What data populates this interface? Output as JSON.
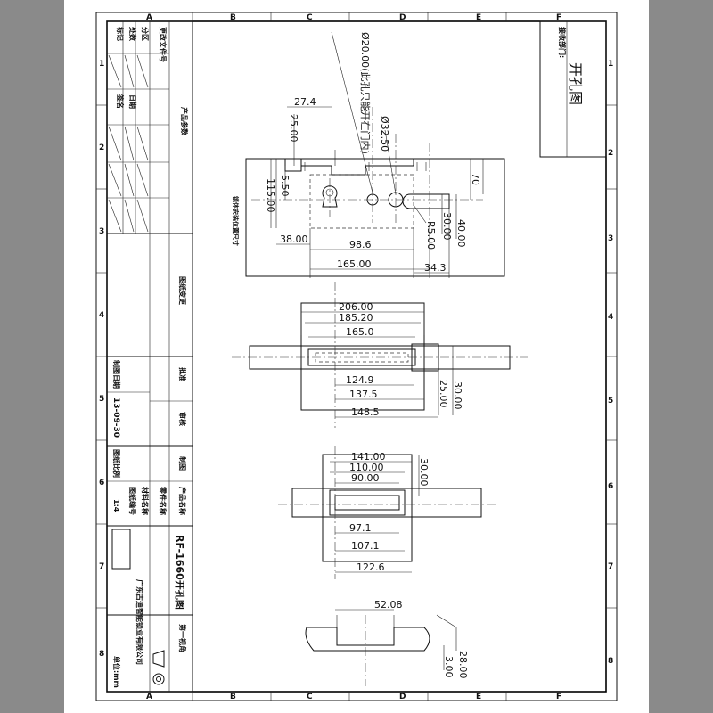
{
  "zone_letters": [
    "A",
    "B",
    "C",
    "D",
    "E",
    "F"
  ],
  "zone_numbers": [
    "1",
    "2",
    "3",
    "4",
    "5",
    "6",
    "7",
    "8"
  ],
  "header": {
    "dept_label": "接收部门:",
    "drawing_name": "开孔图"
  },
  "top_view": {
    "note_hole": "Ø20.00(此孔只能开在门内)",
    "d1": "27.4",
    "d2": "25.00",
    "d3": "Ø32.50",
    "d4": "5.50",
    "d5": "115.00",
    "d6": "70",
    "d7": "40.00",
    "d8": "30.00",
    "d9": "R5.00",
    "d10": "38.00",
    "d11": "98.6",
    "d12": "165.00",
    "d13": "34.3",
    "side_note": "锁体安装位置尺寸"
  },
  "view2": {
    "d1": "206.00",
    "d2": "185.20",
    "d3": "165.0",
    "d4": "124.9",
    "d5": "137.5",
    "d6": "148.5",
    "d7": "25.00",
    "d8": "30.00"
  },
  "view3": {
    "d1": "141.00",
    "d2": "110.00",
    "d3": "90.00",
    "d4": "30.00",
    "d5": "97.1",
    "d6": "107.1",
    "d7": "122.6"
  },
  "view4": {
    "d1": "52.08",
    "d2": "28.00",
    "d3": "3.00"
  },
  "title_block": {
    "date_label": "制图日期",
    "date_value": "13-09-30",
    "scale_label": "图纸比例",
    "scale_value": "1:4",
    "company": "广东古迪智能锁业有限公司",
    "model": "RF-1660开孔图",
    "sheet_label": "第一视角",
    "unit_label": "单位:mm",
    "draw_label": "制图",
    "check_label": "审核",
    "approve_label": "批准",
    "product_name_label": "产品名称",
    "part_label": "零件名称",
    "material_label": "材料名称",
    "drawing_no_label": "图纸编号",
    "change_label": "图纸变更",
    "product_spec_label": "产品参数",
    "rev_headers": [
      "标记",
      "处数",
      "分区",
      "更改文件号",
      "签名",
      "日期"
    ]
  }
}
